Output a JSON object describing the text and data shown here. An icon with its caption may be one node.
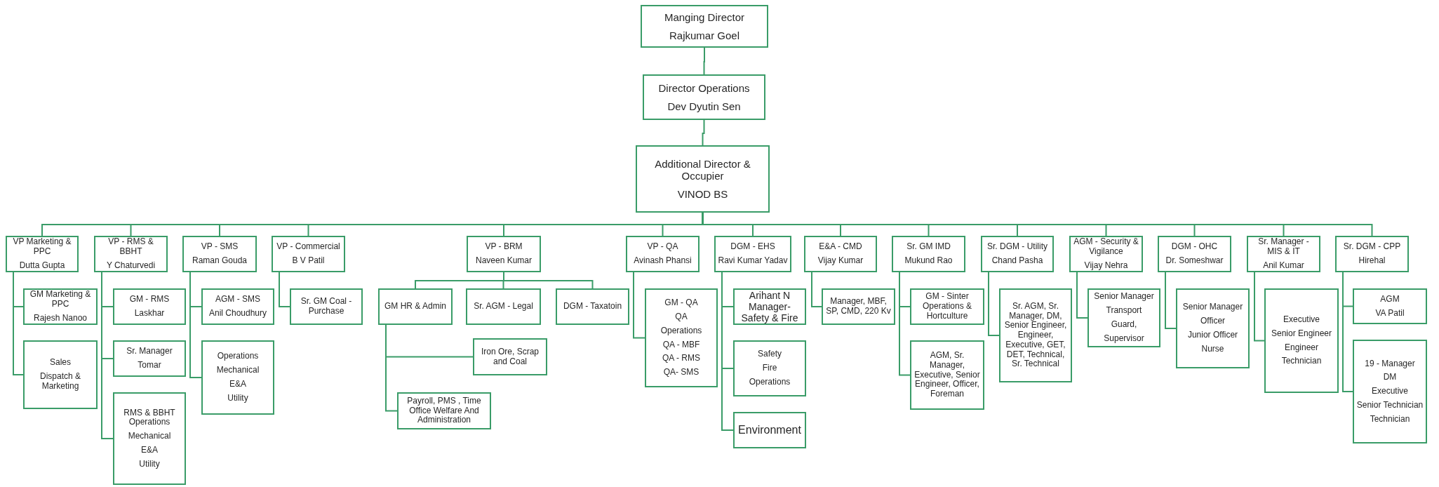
{
  "diagram": {
    "nodes": [
      {
        "text": [
          "Manging Director",
          "Rajkumar Goel"
        ]
      },
      {
        "text": [
          "Director Operations",
          "Dev Dyutin Sen"
        ]
      },
      {
        "text": [
          "Additional Director & Occupier",
          "VINOD BS"
        ]
      },
      {
        "text": [
          "VP Marketing & PPC",
          "Dutta Gupta"
        ]
      },
      {
        "text": [
          "VP - RMS & BBHT",
          "Y Chaturvedi"
        ]
      },
      {
        "text": [
          "VP - SMS",
          "Raman Gouda"
        ]
      },
      {
        "text": [
          "VP - Commercial",
          "B V Patil"
        ]
      },
      {
        "text": [
          "VP - BRM",
          "Naveen Kumar"
        ]
      },
      {
        "text": [
          "VP - QA",
          "Avinash Phansi"
        ]
      },
      {
        "text": [
          "DGM - EHS",
          "Ravi Kumar Yadav"
        ]
      },
      {
        "text": [
          "E&A - CMD",
          "Vijay Kumar"
        ]
      },
      {
        "text": [
          "Sr. GM IMD",
          "Mukund Rao"
        ]
      },
      {
        "text": [
          "Sr. DGM - Utility",
          "Chand Pasha"
        ]
      },
      {
        "text": [
          "AGM - Security & Vigilance",
          "Vijay Nehra"
        ]
      },
      {
        "text": [
          "DGM - OHC",
          "Dr. Someshwar"
        ]
      },
      {
        "text": [
          "Sr. Manager - MIS & IT",
          "Anil Kumar"
        ]
      },
      {
        "text": [
          "Sr. DGM - CPP",
          "Hirehal"
        ]
      },
      {
        "text": [
          "GM Marketing & PPC",
          "Rajesh Nanoo"
        ]
      },
      {
        "text": [
          "Sales",
          "Dispatch & Marketing"
        ]
      },
      {
        "text": [
          "GM - RMS",
          "Laskhar"
        ]
      },
      {
        "text": [
          "Sr. Manager",
          "Tomar"
        ]
      },
      {
        "text": [
          "RMS & BBHT Operations",
          "Mechanical",
          "E&A",
          "Utility"
        ]
      },
      {
        "text": [
          "AGM - SMS",
          "Anil Choudhury"
        ]
      },
      {
        "text": [
          "Operations",
          "Mechanical",
          "E&A",
          "Utility"
        ]
      },
      {
        "text": [
          "Sr. GM Coal - Purchase"
        ]
      },
      {
        "text": [
          "GM HR & Admin"
        ]
      },
      {
        "text": [
          "Sr. AGM - Legal"
        ]
      },
      {
        "text": [
          "DGM - Taxatoin"
        ]
      },
      {
        "text": [
          "Iron Ore, Scrap and Coal"
        ]
      },
      {
        "text": [
          "Payroll, PMS , Time Office Welfare And Administration"
        ]
      },
      {
        "text": [
          "GM - QA",
          "QA",
          "Operations",
          "QA - MBF",
          "QA - RMS",
          "QA- SMS"
        ]
      },
      {
        "text": [
          "Arihant N Manager- Safety & Fire"
        ]
      },
      {
        "text": [
          "Safety",
          "Fire",
          "Operations"
        ]
      },
      {
        "text": [
          "Environment"
        ]
      },
      {
        "text": [
          "Manager, MBF, SP, CMD, 220 Kv"
        ]
      },
      {
        "text": [
          "GM - Sinter Operations & Hortculture"
        ]
      },
      {
        "text": [
          "AGM, Sr. Manager, Executive, Senior Engineer, Officer, Foreman"
        ]
      },
      {
        "text": [
          "Sr. AGM, Sr. Manager, DM, Senior Engineer, Engineer, Executive, GET, DET, Technical, Sr. Technical"
        ]
      },
      {
        "text": [
          "Senior Manager",
          "Transport",
          "Guard,",
          "Supervisor"
        ]
      },
      {
        "text": [
          "Senior Manager",
          "Officer",
          "Junior Officer",
          "Nurse"
        ]
      },
      {
        "text": [
          "Executive",
          "Senior Engineer",
          "Engineer",
          "Technician"
        ]
      },
      {
        "text": [
          "AGM",
          "VA Patil"
        ]
      },
      {
        "text": [
          "19 - Manager",
          "DM",
          "Executive",
          "Senior Technician",
          "Technician"
        ]
      }
    ],
    "edges": [
      {
        "from": 0,
        "to": 1,
        "arrow": "none"
      },
      {
        "from": 1,
        "to": 2,
        "arrow": "none"
      },
      {
        "from": 2,
        "to": 3,
        "arrow": "none"
      },
      {
        "from": 2,
        "to": 4,
        "arrow": "none"
      },
      {
        "from": 2,
        "to": 5,
        "arrow": "none"
      },
      {
        "from": 2,
        "to": 6,
        "arrow": "none"
      },
      {
        "from": 2,
        "to": 7,
        "arrow": "none"
      },
      {
        "from": 2,
        "to": 8,
        "arrow": "none"
      },
      {
        "from": 2,
        "to": 9,
        "arrow": "none"
      },
      {
        "from": 2,
        "to": 10,
        "arrow": "none"
      },
      {
        "from": 2,
        "to": 11,
        "arrow": "none"
      },
      {
        "from": 2,
        "to": 12,
        "arrow": "none"
      },
      {
        "from": 2,
        "to": 13,
        "arrow": "none"
      },
      {
        "from": 2,
        "to": 14,
        "arrow": "none"
      },
      {
        "from": 2,
        "to": 15,
        "arrow": "none"
      },
      {
        "from": 2,
        "to": 16,
        "arrow": "none"
      },
      {
        "from": 3,
        "to": 17,
        "arrow": "none"
      },
      {
        "from": 3,
        "to": 18,
        "arrow": "none"
      },
      {
        "from": 4,
        "to": 19,
        "arrow": "none"
      },
      {
        "from": 4,
        "to": 20,
        "arrow": "none"
      },
      {
        "from": 4,
        "to": 21,
        "arrow": "none"
      },
      {
        "from": 5,
        "to": 22,
        "arrow": "none"
      },
      {
        "from": 5,
        "to": 23,
        "arrow": "none"
      },
      {
        "from": 6,
        "to": 24,
        "arrow": "none"
      },
      {
        "from": 7,
        "to": 25,
        "arrow": "none"
      },
      {
        "from": 7,
        "to": 26,
        "arrow": "none"
      },
      {
        "from": 7,
        "to": 27,
        "arrow": "none"
      },
      {
        "from": 25,
        "to": 28,
        "arrow": "none"
      },
      {
        "from": 25,
        "to": 29,
        "arrow": "none"
      },
      {
        "from": 8,
        "to": 30,
        "arrow": "none"
      },
      {
        "from": 9,
        "to": 31,
        "arrow": "none"
      },
      {
        "from": 9,
        "to": 32,
        "arrow": "none"
      },
      {
        "from": 9,
        "to": 33,
        "arrow": "none"
      },
      {
        "from": 10,
        "to": 34,
        "arrow": "none"
      },
      {
        "from": 11,
        "to": 35,
        "arrow": "none"
      },
      {
        "from": 11,
        "to": 36,
        "arrow": "none"
      },
      {
        "from": 12,
        "to": 37,
        "arrow": "none"
      },
      {
        "from": 13,
        "to": 38,
        "arrow": "none"
      },
      {
        "from": 14,
        "to": 39,
        "arrow": "none"
      },
      {
        "from": 15,
        "to": 40,
        "arrow": "none"
      },
      {
        "from": 16,
        "to": 41,
        "arrow": "none"
      },
      {
        "from": 16,
        "to": 42,
        "arrow": "none"
      }
    ]
  }
}
